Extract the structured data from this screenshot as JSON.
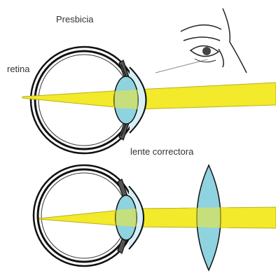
{
  "labels": {
    "title": "Presbicia",
    "retina": "retina",
    "corrective_lens": "lente correctora"
  },
  "colors": {
    "light_beam": "#f2ea2a",
    "lens": "#8fd3e0",
    "outline": "#111111",
    "background": "#ffffff"
  },
  "icons": [
    "eye-outline-icon",
    "face-profile-icon"
  ]
}
